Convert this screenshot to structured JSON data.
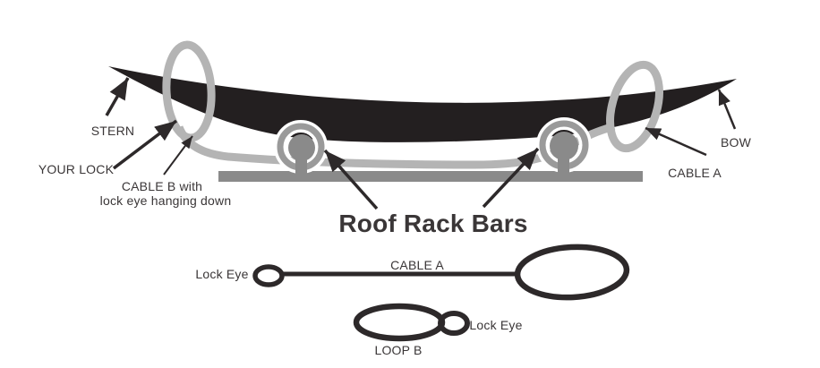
{
  "colors": {
    "boat": "#231f20",
    "cable": "#b4b4b4",
    "ring": "#9a9a9a",
    "hardware": "#8a8a8a",
    "bar": "#8a8a8a",
    "arrow": "#2d292a",
    "outline": "#2d292a",
    "text": "#3a3637"
  },
  "boat_diagram": {
    "labels": {
      "stern": "STERN",
      "your_lock": "YOUR LOCK",
      "cable_b_line1": "CABLE B with",
      "cable_b_line2": "lock eye hanging down",
      "bow": "BOW",
      "cable_a": "CABLE A",
      "roof_rack_bars": "Roof Rack Bars"
    }
  },
  "parts_legend": {
    "cable_a": {
      "lock_eye_label": "Lock Eye",
      "name": "CABLE A"
    },
    "loop_b": {
      "lock_eye_label": "Lock Eye",
      "name": "LOOP B"
    }
  }
}
